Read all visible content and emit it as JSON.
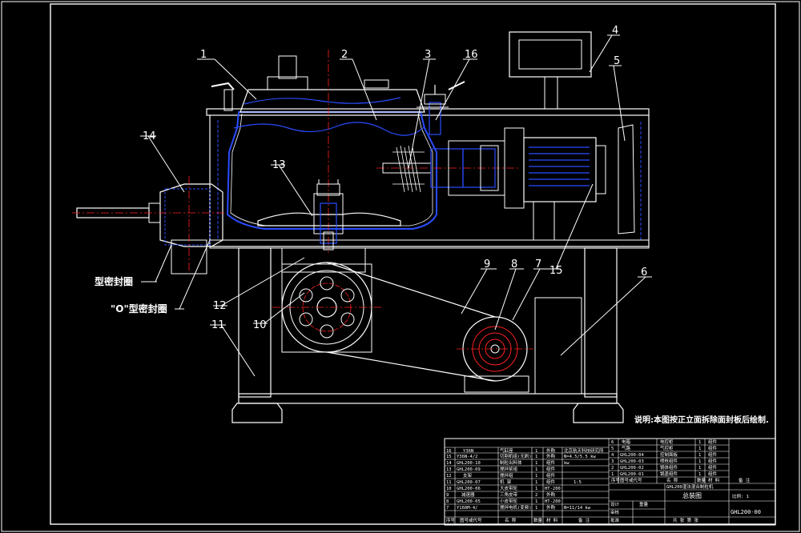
{
  "colors": {
    "background": "#000000",
    "outline": "#ffffff",
    "section": "#2a4cff",
    "centerline": "#ff2020",
    "leader": "#ffffff",
    "table": "#ffffff"
  },
  "callouts": {
    "c1": "1",
    "c2": "2",
    "c3": "3",
    "c4": "4",
    "c5": "5",
    "c6": "6",
    "c7": "7",
    "c8": "8",
    "c9": "9",
    "c10": "10",
    "c11": "11",
    "c12": "12",
    "c13": "13",
    "c14": "14",
    "c15": "15",
    "c16": "16"
  },
  "labels": {
    "seal_ring": "型密封圈",
    "o_ring": "\"O\"型密封圈"
  },
  "note": "说明:本图按正立面拆除面封板后绘制.",
  "title_block": {
    "drawing_title": "总装图",
    "drawing_number": "GHL200-00",
    "scale": "比例: 1"
  },
  "bom_left": [
    {
      "no": "16",
      "code": "Y36N",
      "name": "气缸座",
      "qty": "1",
      "mat": "外购",
      "note": "北京航天科技研究所"
    },
    {
      "no": "15",
      "code": "Y36N-4/2",
      "name": "切割机组(无刷)",
      "qty": "1",
      "mat": "外购",
      "note": "N=4.5/5.5 kw"
    },
    {
      "no": "14",
      "code": "GHL200-10",
      "name": "制粒出料体",
      "qty": "1",
      "mat": "组件",
      "note": "kw"
    },
    {
      "no": "13",
      "code": "GHL200-09",
      "name": "搅拌桨组",
      "qty": "1",
      "mat": "组件",
      "note": ""
    },
    {
      "no": "12",
      "code": "支架",
      "name": "搅拌组",
      "qty": "1",
      "mat": "组件",
      "note": ""
    },
    {
      "no": "11",
      "code": "GHL200-07",
      "name": "机 架",
      "qty": "1",
      "mat": "组件",
      "note": "1:5"
    },
    {
      "no": "10",
      "code": "GHL200-06",
      "name": "大皮带轮",
      "qty": "1",
      "mat": "HT-200",
      "note": ""
    },
    {
      "no": "9",
      "code": "减速器",
      "name": "三角皮带",
      "qty": "2",
      "mat": "外购",
      "note": ""
    },
    {
      "no": "8",
      "code": "GHL200-05",
      "name": "小皮带轮",
      "qty": "1",
      "mat": "HT-200",
      "note": ""
    },
    {
      "no": "7",
      "code": "Y160M-4/",
      "name": "搅拌电机(变频)",
      "qty": "1",
      "mat": "外购",
      "note": "N=11/14 kw"
    }
  ],
  "bom_right": [
    {
      "no": "6",
      "code": "电箱",
      "name": "电控柜",
      "qty": "1",
      "mat": "组件"
    },
    {
      "no": "5",
      "code": "气路",
      "name": "气控柜",
      "qty": "1",
      "mat": "组件"
    },
    {
      "no": "4",
      "code": "GHL200-04",
      "name": "控制面板",
      "qty": "1",
      "mat": "组件"
    },
    {
      "no": "3",
      "code": "GHL200-03",
      "name": "喷枪组件",
      "qty": "1",
      "mat": "组件"
    },
    {
      "no": "2",
      "code": "GHL200-02",
      "name": "锅体组件",
      "qty": "1",
      "mat": "组件"
    },
    {
      "no": "1",
      "code": "GHL200-01",
      "name": "锅盖组件",
      "qty": "1",
      "mat": "组件"
    }
  ],
  "bom_header_left": {
    "no": "序号",
    "code": "图号或代号",
    "name": "名 称",
    "qty": "数量",
    "mat": "材 料",
    "note": "备 注"
  },
  "bom_header_right": {
    "no": "序号",
    "code": "图号或代号",
    "name": "名 称",
    "qty": "数量",
    "mat": "材 料",
    "note": "备 注"
  },
  "title_block_rows": {
    "company": "GHL200湿法混合制粒机",
    "design": "设计",
    "check": "审核",
    "approve": "批准",
    "weight": "重量",
    "sheet": "共 张 第 张"
  }
}
